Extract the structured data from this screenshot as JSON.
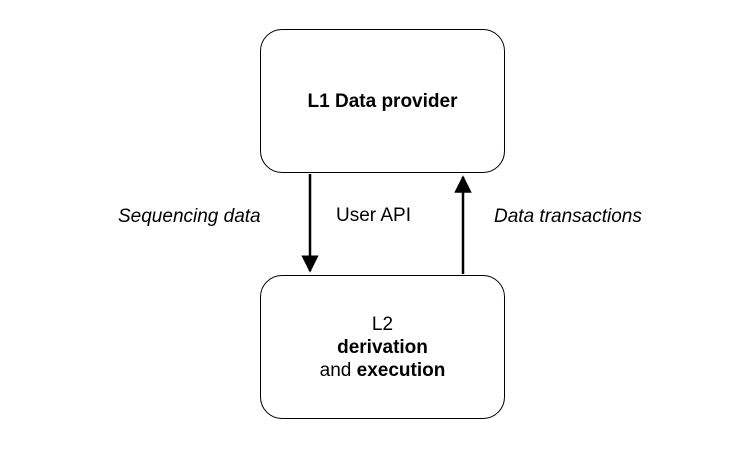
{
  "nodes": {
    "l1": {
      "line1": "L1 Data provider"
    },
    "l2": {
      "line1": "L2",
      "line2": "derivation",
      "line3_prefix": "and ",
      "line3_bold": "execution"
    }
  },
  "edges": {
    "down_label": "Sequencing data",
    "center_label": "User API",
    "up_label": "Data transactions"
  }
}
